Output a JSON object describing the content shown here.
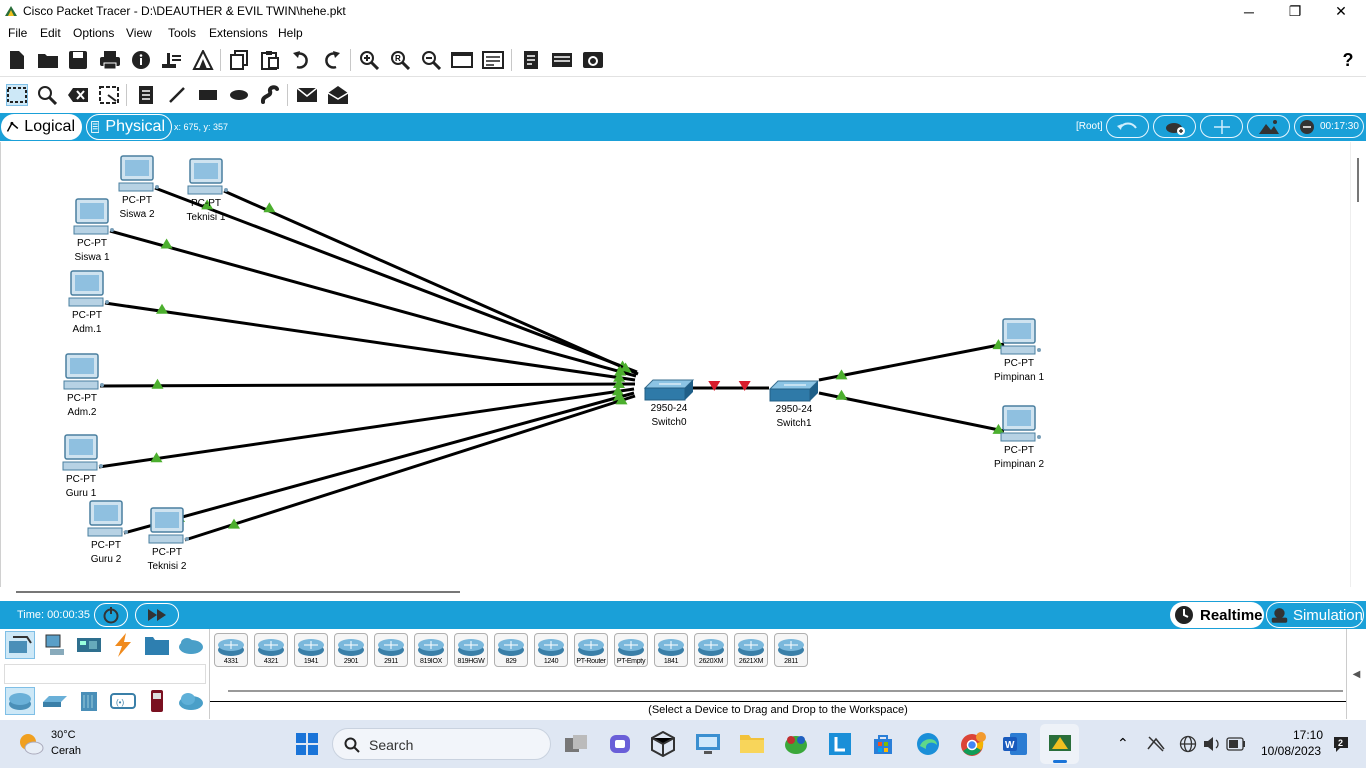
{
  "window": {
    "title": "Cisco Packet Tracer - D:\\DEAUTHER & EVIL TWIN\\hehe.pkt",
    "minimize": "─",
    "maximize": "❐",
    "close": "✕"
  },
  "menu": [
    "File",
    "Edit",
    "Options",
    "View",
    "Tools",
    "Extensions",
    "Help"
  ],
  "toolbar": {
    "help_label": "?"
  },
  "modes": {
    "logical_label": "Logical",
    "physical_label": "Physical",
    "cursor_coords": "x: 675, y: 357",
    "root_label": "[Root]",
    "clock": "00:17:30"
  },
  "nodes": [
    {
      "id": "siswa2",
      "type_label": "PC-PT",
      "name": "Siswa 2",
      "kind": "pc"
    },
    {
      "id": "teknisi1",
      "type_label": "PC-PT",
      "name": "Teknisi 1",
      "kind": "pc"
    },
    {
      "id": "siswa1",
      "type_label": "PC-PT",
      "name": "Siswa 1",
      "kind": "pc"
    },
    {
      "id": "adm1",
      "type_label": "PC-PT",
      "name": "Adm.1",
      "kind": "pc"
    },
    {
      "id": "adm2",
      "type_label": "PC-PT",
      "name": "Adm.2",
      "kind": "pc"
    },
    {
      "id": "guru1",
      "type_label": "PC-PT",
      "name": "Guru 1",
      "kind": "pc"
    },
    {
      "id": "guru2",
      "type_label": "PC-PT",
      "name": "Guru 2",
      "kind": "pc"
    },
    {
      "id": "teknisi2",
      "type_label": "PC-PT",
      "name": "Teknisi 2",
      "kind": "pc"
    },
    {
      "id": "switch0",
      "type_label": "2950-24",
      "name": "Switch0",
      "kind": "switch"
    },
    {
      "id": "switch1",
      "type_label": "2950-24",
      "name": "Switch1",
      "kind": "switch"
    },
    {
      "id": "pimpinan1",
      "type_label": "PC-PT",
      "name": "Pimpinan 1",
      "kind": "pc"
    },
    {
      "id": "pimpinan2",
      "type_label": "PC-PT",
      "name": "Pimpinan 2",
      "kind": "pc"
    }
  ],
  "links": [
    {
      "from": "siswa2",
      "to": "switch0",
      "status": "up"
    },
    {
      "from": "teknisi1",
      "to": "switch0",
      "status": "up"
    },
    {
      "from": "siswa1",
      "to": "switch0",
      "status": "up"
    },
    {
      "from": "adm1",
      "to": "switch0",
      "status": "up"
    },
    {
      "from": "adm2",
      "to": "switch0",
      "status": "up"
    },
    {
      "from": "guru1",
      "to": "switch0",
      "status": "up"
    },
    {
      "from": "guru2",
      "to": "switch0",
      "status": "up"
    },
    {
      "from": "teknisi2",
      "to": "switch0",
      "status": "up"
    },
    {
      "from": "switch0",
      "to": "switch1",
      "status": "down"
    },
    {
      "from": "switch1",
      "to": "pimpinan1",
      "status": "up"
    },
    {
      "from": "switch1",
      "to": "pimpinan2",
      "status": "up"
    }
  ],
  "colors": {
    "accent": "#1aa0d8",
    "link_up": "#4caf2e",
    "link_down": "#d81c2c"
  },
  "sim": {
    "time": "Time: 00:00:35",
    "realtime": "Realtime",
    "simulation": "Simulation"
  },
  "device_models": [
    "4331",
    "4321",
    "1941",
    "2901",
    "2911",
    "819IOX",
    "819HGW",
    "829",
    "1240",
    "PT-Router",
    "PT-Empty",
    "1841",
    "2620XM",
    "2621XM",
    "2811"
  ],
  "device_hint": "(Select a Device to Drag and Drop to the Workspace)",
  "taskbar": {
    "temperature": "30°C",
    "weather": "Cerah",
    "search_label": "Search",
    "time": "17:10",
    "date": "10/08/2023"
  }
}
